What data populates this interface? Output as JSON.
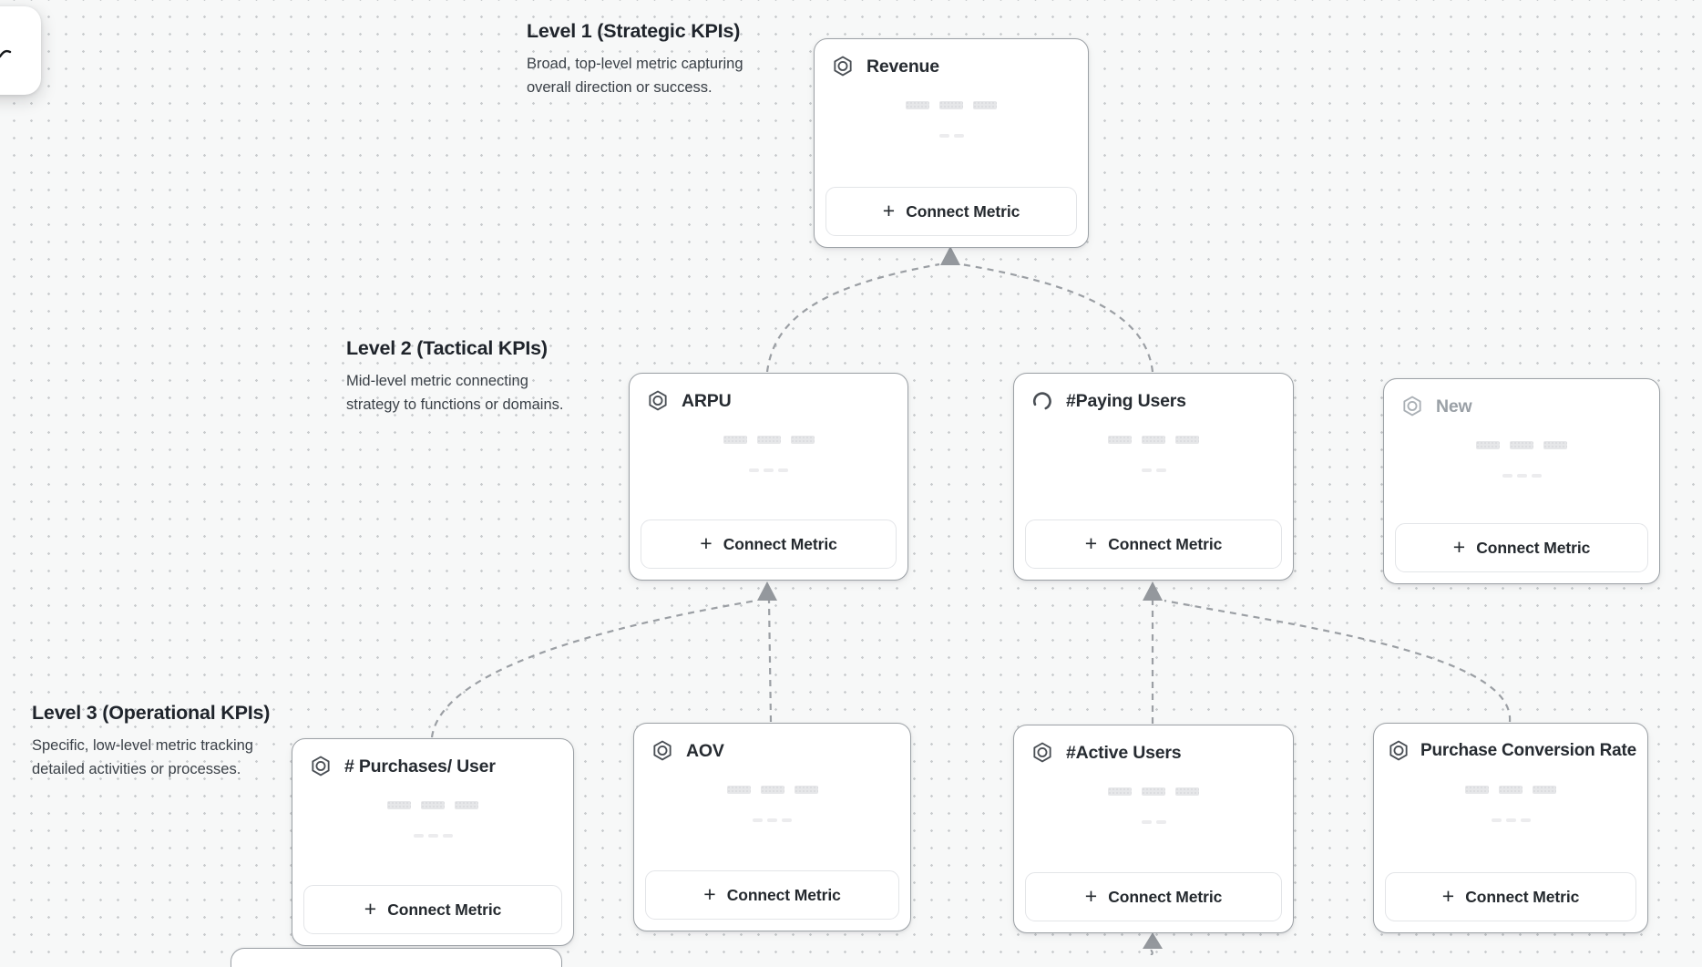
{
  "labels": {
    "connect_metric": "Connect Metric",
    "plus": "+"
  },
  "levels": [
    {
      "title": "Level 1 (Strategic KPIs)",
      "line1": "Broad, top-level metric capturing",
      "line2": "overall direction or success."
    },
    {
      "title": "Level 2 (Tactical KPIs)",
      "line1": "Mid-level metric connecting",
      "line2": "strategy to functions or domains."
    },
    {
      "title": "Level 3 (Operational KPIs)",
      "line1": "Specific, low-level metric tracking",
      "line2": "detailed activities or processes."
    }
  ],
  "cards": {
    "revenue": {
      "title": "Revenue",
      "icon": "hexagon-metric-icon"
    },
    "arpu": {
      "title": "ARPU",
      "icon": "hexagon-metric-icon"
    },
    "paying_users": {
      "title": "#Paying Users",
      "icon": "loading-spinner-icon"
    },
    "new": {
      "title": "New",
      "icon": "hexagon-metric-icon",
      "state": "draft"
    },
    "purchases_user": {
      "title": "# Purchases/ User",
      "icon": "hexagon-metric-icon"
    },
    "aov": {
      "title": "AOV",
      "icon": "hexagon-metric-icon"
    },
    "active_users": {
      "title": "#Active Users",
      "icon": "hexagon-metric-icon"
    },
    "purchase_conversion_rate": {
      "title": "Purchase Conversion Rate",
      "icon": "hexagon-metric-icon"
    }
  },
  "colors": {
    "background": "#f7f8f8",
    "dot_grid": "#c9ccce",
    "card_border": "#9ca1a6",
    "connector": "#9b9fa4",
    "title_text": "#262b31",
    "muted_title": "#9aa0a6",
    "skeleton": "#e6e7e9"
  }
}
